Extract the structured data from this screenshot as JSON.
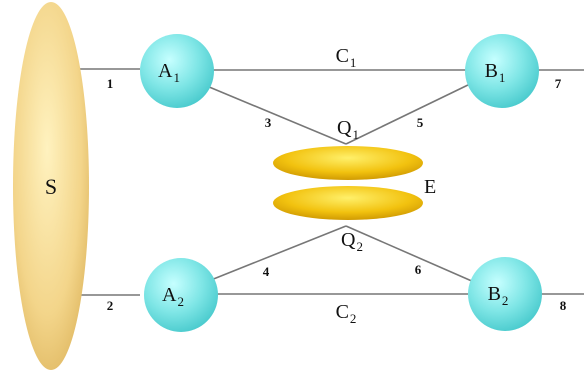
{
  "nodes": {
    "source": "S",
    "a1": {
      "base": "A",
      "sub": "1"
    },
    "a2": {
      "base": "A",
      "sub": "2"
    },
    "b1": {
      "base": "B",
      "sub": "1"
    },
    "b2": {
      "base": "B",
      "sub": "2"
    },
    "ensemble": "E"
  },
  "labels": {
    "c1": {
      "base": "C",
      "sub": "1"
    },
    "c2": {
      "base": "C",
      "sub": "2"
    },
    "q1": {
      "base": "Q",
      "sub": "1"
    },
    "q2": {
      "base": "Q",
      "sub": "2"
    }
  },
  "links": [
    "1",
    "2",
    "3",
    "4",
    "5",
    "6",
    "7",
    "8"
  ],
  "colors": {
    "node_fill": "#7fe6e6",
    "source_fill": "#f3d58a",
    "ensemble_fill": "#f2c20f",
    "line": "#777777"
  }
}
